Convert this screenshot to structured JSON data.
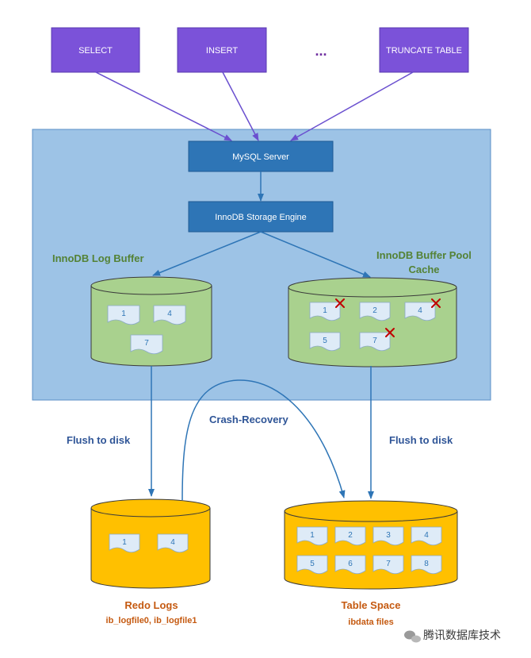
{
  "queries": {
    "select": "SELECT",
    "insert": "INSERT",
    "ellipsis": "...",
    "truncate": "TRUNCATE TABLE"
  },
  "server": {
    "mysql": "MySQL Server",
    "innodb_engine": "InnoDB Storage Engine"
  },
  "log_buffer": {
    "title": "InnoDB Log Buffer",
    "pages": [
      "1",
      "4",
      "7"
    ]
  },
  "buffer_pool": {
    "title_line1": "InnoDB Buffer Pool",
    "title_line2": "Cache",
    "pages": [
      "1",
      "2",
      "4",
      "5",
      "7"
    ],
    "dirty_pages": [
      "1",
      "4",
      "7"
    ]
  },
  "flows": {
    "flush_left": "Flush to disk",
    "flush_right": "Flush to disk",
    "crash_recovery": "Crash-Recovery"
  },
  "redo_logs": {
    "title": "Redo Logs",
    "subtitle": "ib_logfile0, ib_logfile1",
    "pages": [
      "1",
      "4"
    ]
  },
  "table_space": {
    "title": "Table Space",
    "subtitle": "ibdata files",
    "pages": [
      "1",
      "2",
      "3",
      "4",
      "5",
      "6",
      "7",
      "8"
    ]
  },
  "watermark": {
    "text": "腾讯数据库技术"
  },
  "colors": {
    "query_box": "#7b52d9",
    "server_box": "#2e75b6",
    "container": "#9dc3e6",
    "green_cylinder": "#a9d18e",
    "orange_cylinder": "#ffc000",
    "page": "#deebf7",
    "cross": "#c00000"
  }
}
